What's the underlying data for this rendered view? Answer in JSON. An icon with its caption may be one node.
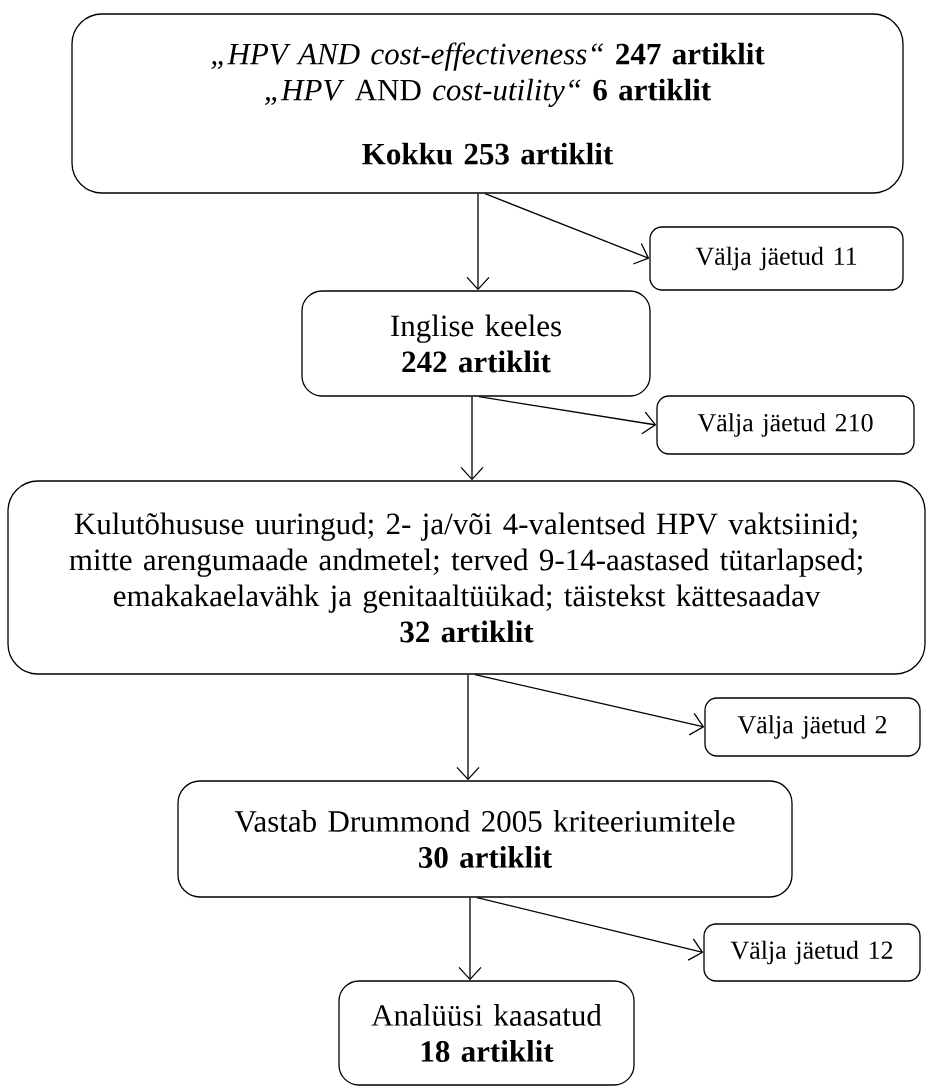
{
  "diagram": {
    "nodes": [
      {
        "text": [
          "*„HPV AND cost-effectiveness“* **247 artiklit**",
          "*„HPV* AND *cost-utility“* **6 artiklit**",
          "Kokku 253 artiklit"
        ]
      },
      {
        "text": [
          "Välja jäetud 11"
        ]
      },
      {
        "text": [
          "Inglise keeles",
          "242 artiklit"
        ]
      },
      {
        "text": [
          "Välja jäetud 210"
        ]
      },
      {
        "text": [
          "Kulutõhususe uuringud; 2- ja/või 4-valentsed HPV vaktsiinid; mitte arengumaade andmetel; terved 9-14-aastased tütarlapsed; emakakaelavähk ja genitaaltüükad; täistekst kättesaadav",
          "32 artiklit"
        ]
      },
      {
        "text": [
          "Välja jäetud 2"
        ]
      },
      {
        "text": [
          "Vastab Drummond 2005 kriteeriumitele",
          "30 artiklit"
        ]
      },
      {
        "text": [
          "Välja jäetud 12"
        ]
      },
      {
        "text": [
          "Analüüsi kaasatud",
          "18 artiklit"
        ]
      }
    ],
    "edges": [
      {
        "from": 0,
        "to": 2,
        "arrow": "to"
      },
      {
        "from": 0,
        "to": 1,
        "arrow": "to"
      },
      {
        "from": 2,
        "to": 4,
        "arrow": "to"
      },
      {
        "from": 2,
        "to": 3,
        "arrow": "to"
      },
      {
        "from": 4,
        "to": 6,
        "arrow": "to"
      },
      {
        "from": 4,
        "to": 5,
        "arrow": "to"
      },
      {
        "from": 6,
        "to": 8,
        "arrow": "to"
      },
      {
        "from": 6,
        "to": 7,
        "arrow": "to"
      }
    ]
  }
}
